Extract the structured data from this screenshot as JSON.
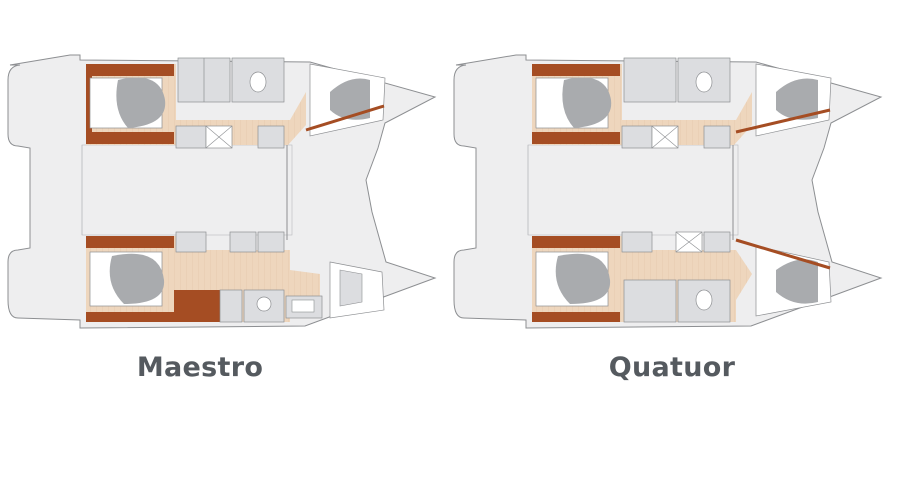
{
  "layouts": [
    {
      "id": "maestro",
      "name": "Maestro"
    },
    {
      "id": "quatuor",
      "name": "Quatuor"
    }
  ],
  "colors": {
    "hull": "#eeeeef",
    "hull_stroke": "#8d8f92",
    "floor": "#eed6bd",
    "wood": "#a54d23",
    "mattress": "#a9abae",
    "wet_room": "#dcdde0",
    "salon": "#eeeeef",
    "text": "#555a5f"
  },
  "icons": {
    "bed": "bed-icon",
    "toilet": "toilet-icon",
    "sink": "sink-icon",
    "shower": "shower-icon",
    "shelf": "storage-shelf-icon"
  }
}
